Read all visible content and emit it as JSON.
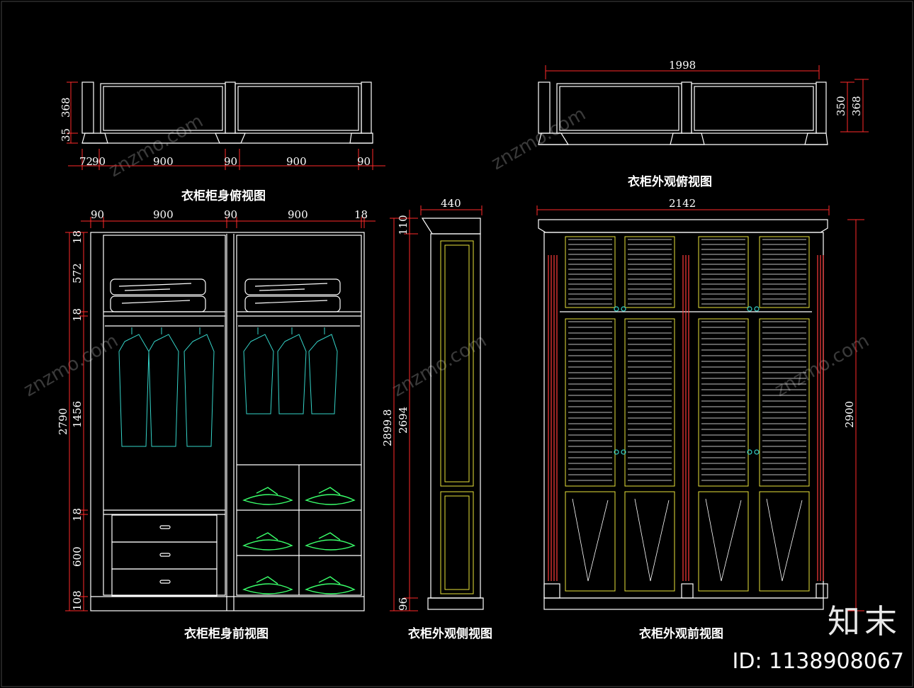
{
  "titles": {
    "body_top": "衣柜柜身俯视图",
    "exterior_top": "衣柜外观俯视图",
    "body_front": "衣柜柜身前视图",
    "exterior_side": "衣柜外观侧视图",
    "exterior_front": "衣柜外观前视图"
  },
  "dims": {
    "bt_a": "72",
    "bt_b": "90",
    "bt_c": "900",
    "bt_d": "90",
    "bt_e": "900",
    "bt_f": "90",
    "bt_h1": "368",
    "bt_h2": "35",
    "et_w": "1998",
    "et_h1": "350",
    "et_h2": "368",
    "bf_a": "90",
    "bf_b": "900",
    "bf_c": "90",
    "bf_d": "900",
    "bf_e": "18",
    "bf_v1": "18",
    "bf_v2": "572",
    "bf_v3": "18",
    "bf_v4": "1456",
    "bf_v5": "18",
    "bf_v6": "600",
    "bf_v7": "108",
    "bf_total": "2790",
    "es_w": "440",
    "es_v1": "110",
    "es_v2": "2694",
    "es_v3": "96",
    "es_total": "2899.8",
    "ef_w": "2142",
    "ef_h": "2900"
  },
  "watermark": "znzmo.com",
  "brand": "知末",
  "id_label": "ID: 1138908067",
  "colors": {
    "dim": "#ff2a2a",
    "line": "#ffffff",
    "cloth": "#39ff6a",
    "yellow": "#e8e23a",
    "teal": "#35d3c8",
    "red": "#ff3b3b"
  }
}
